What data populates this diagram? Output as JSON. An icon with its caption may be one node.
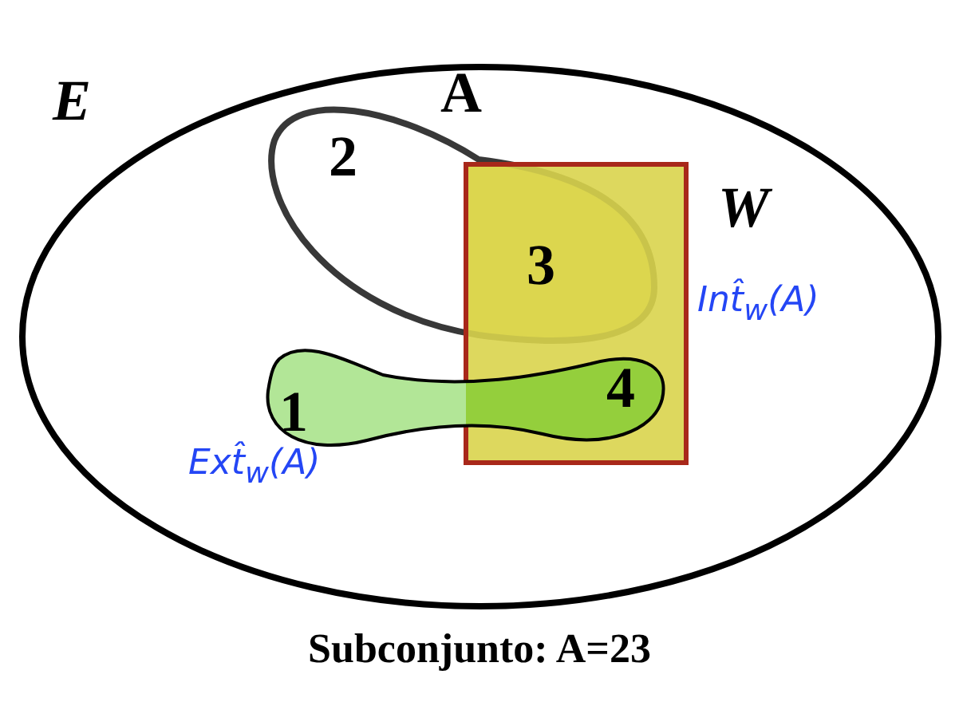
{
  "diagram": {
    "caption": "Subconjunto: A=23",
    "nodes": [
      {
        "text": [
          "E"
        ]
      },
      {
        "text": [
          "A"
        ],
        "in": 0
      },
      {
        "text": [
          "W"
        ],
        "beside": [
          "Int̂$_{w}$(A)"
        ],
        "in": 0
      },
      {
        "text": [],
        "shape": "blob",
        "beside": [
          "Ext̂$_{w}$(A)"
        ],
        "in": 0
      }
    ],
    "edges": [],
    "labels": [
      "2",
      "3",
      "4",
      "1"
    ]
  }
}
